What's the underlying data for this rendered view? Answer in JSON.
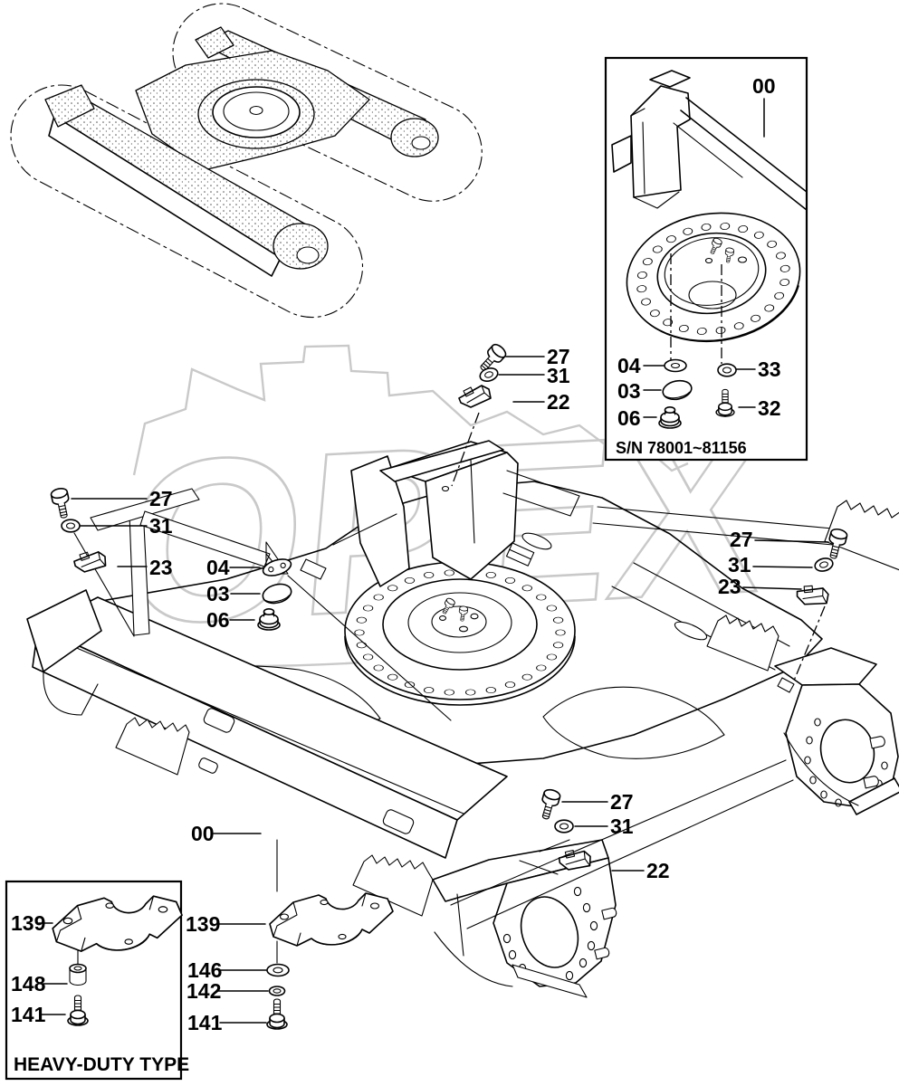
{
  "watermark": {
    "text": "OPEX",
    "color": "#c9c9c9"
  },
  "colors": {
    "line": "#000000",
    "background": "#ffffff"
  },
  "inset_box": {
    "callouts": {
      "c00": "00",
      "c04": "04",
      "c33": "33",
      "c03": "03",
      "c32": "32",
      "c06": "06"
    },
    "serial_number": "S/N 78001~81156"
  },
  "main_view": {
    "top_group": {
      "c27": "27",
      "c31": "31",
      "c22": "22"
    },
    "left_group": {
      "c27": "27",
      "c31": "31",
      "c23": "23"
    },
    "center_group": {
      "c04": "04",
      "c03": "03",
      "c06": "06"
    },
    "right_group": {
      "c27": "27",
      "c31": "31",
      "c23": "23"
    },
    "bottom_right_group": {
      "c27": "27",
      "c31": "31",
      "c22": "22"
    },
    "frame_label": "00",
    "bottom_group": {
      "c139": "139",
      "c146": "146",
      "c142": "142",
      "c141": "141"
    }
  },
  "heavy_duty_box": {
    "callouts": {
      "c139": "139",
      "c148": "148",
      "c141": "141"
    },
    "caption": "HEAVY-DUTY TYPE"
  }
}
